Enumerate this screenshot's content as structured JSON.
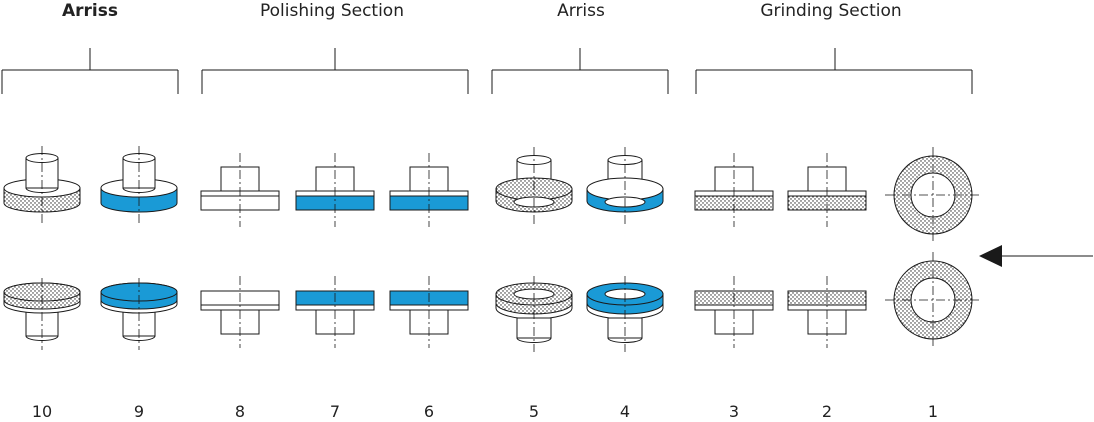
{
  "sections": [
    {
      "label": "Arriss",
      "bold": true
    },
    {
      "label": "Polishing Section",
      "bold": false
    },
    {
      "label": "Arriss",
      "bold": false
    },
    {
      "label": "Grinding Section",
      "bold": false
    }
  ],
  "stations": [
    {
      "number": "10",
      "type": "wheel",
      "fill": "dotted"
    },
    {
      "number": "9",
      "type": "wheel",
      "fill": "blue"
    },
    {
      "number": "8",
      "type": "flat",
      "fill": "white"
    },
    {
      "number": "7",
      "type": "flat",
      "fill": "blue"
    },
    {
      "number": "6",
      "type": "flat",
      "fill": "blue"
    },
    {
      "number": "5",
      "type": "ring",
      "fill": "dotted"
    },
    {
      "number": "4",
      "type": "ring",
      "fill": "blue"
    },
    {
      "number": "3",
      "type": "flat",
      "fill": "dotted"
    },
    {
      "number": "2",
      "type": "flat",
      "fill": "dotted"
    },
    {
      "number": "1",
      "type": "annulus",
      "fill": "dotted"
    }
  ],
  "colors": {
    "blue": "#1a9ad6",
    "line": "#1a1a1a"
  },
  "flow_arrow": {
    "direction": "left",
    "icon": "flow-arrow-icon"
  }
}
